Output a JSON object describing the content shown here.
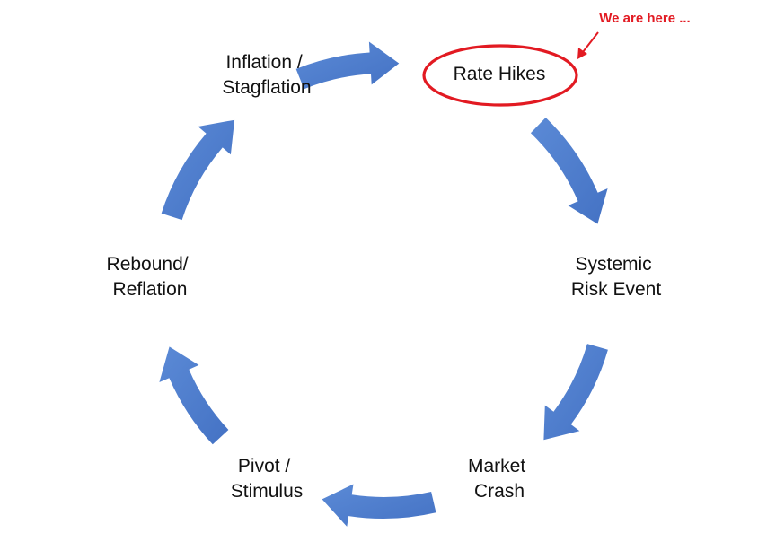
{
  "diagram": {
    "nodes": [
      {
        "id": "rate-hikes",
        "lines": [
          "Rate Hikes"
        ]
      },
      {
        "id": "systemic-risk-event",
        "lines": [
          "Systemic",
          "Risk Event"
        ]
      },
      {
        "id": "market-crash",
        "lines": [
          "Market",
          "Crash"
        ]
      },
      {
        "id": "pivot-stimulus",
        "lines": [
          "Pivot /",
          "Stimulus"
        ]
      },
      {
        "id": "rebound-reflation",
        "lines": [
          "Rebound/",
          "Reflation"
        ]
      },
      {
        "id": "inflation-stagflation",
        "lines": [
          "Inflation /",
          "Stagflation"
        ]
      }
    ],
    "highlighted_node": "rate-hikes",
    "annotation": {
      "text": "We are here ..."
    },
    "colors": {
      "arrow": "#4472c4",
      "arrow_light": "#5b8ad6",
      "highlight": "#e21a22",
      "label": "#111111"
    }
  }
}
